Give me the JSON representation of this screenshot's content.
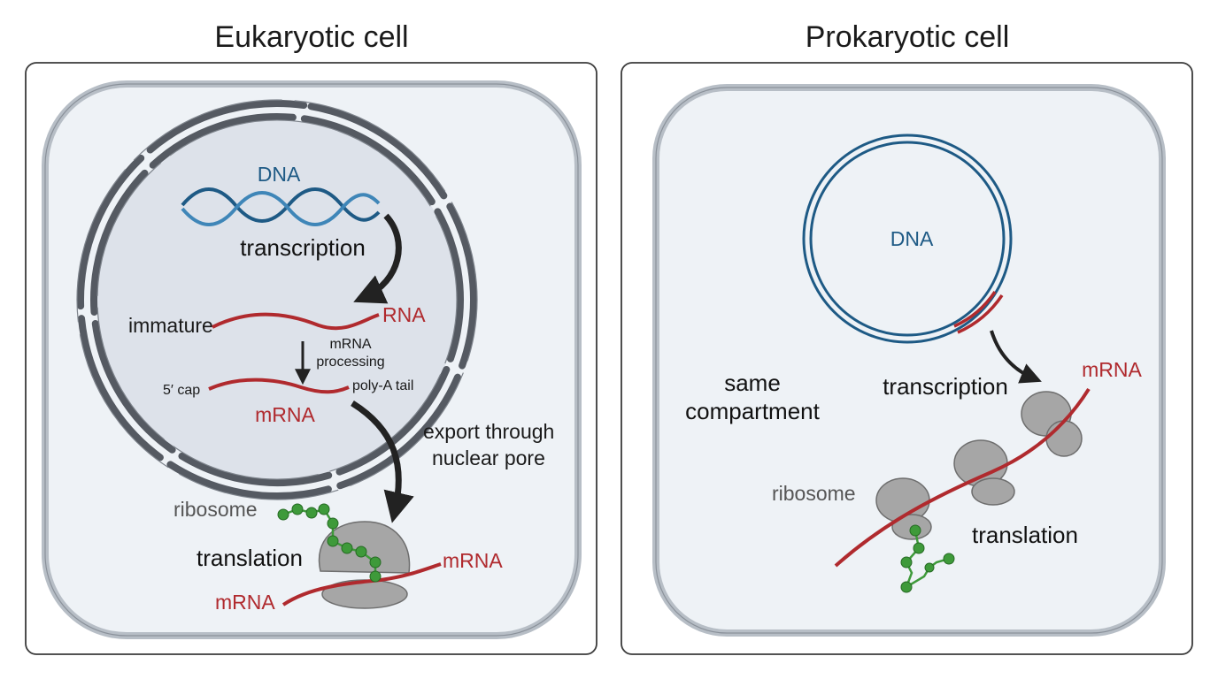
{
  "eukaryote": {
    "title": "Eukaryotic cell",
    "dna": "DNA",
    "transcription": "transcription",
    "immature": "immature",
    "rna": "RNA",
    "mrna_processing_1": "mRNA",
    "mrna_processing_2": "processing",
    "five_cap": "5′ cap",
    "poly_a": "poly-A tail",
    "mrna_nucleus": "mRNA",
    "export_1": "export through",
    "export_2": "nuclear pore",
    "ribosome": "ribosome",
    "translation": "translation",
    "mrna_right": "mRNA",
    "mrna_left": "mRNA"
  },
  "prokaryote": {
    "title": "Prokaryotic cell",
    "dna": "DNA",
    "transcription": "transcription",
    "mrna": "mRNA",
    "same_1": "same",
    "same_2": "compartment",
    "ribosome": "ribosome",
    "translation": "translation"
  },
  "colors": {
    "membrane": "#5a5e66",
    "dna_blue": "#1e5a85",
    "rna_red": "#b02a2e",
    "peptide_green": "#3e9a3a",
    "ribosome_grey": "#a6a6a6",
    "panel_fill": "#eef2f6",
    "nucleus_fill": "#dde2ea"
  }
}
